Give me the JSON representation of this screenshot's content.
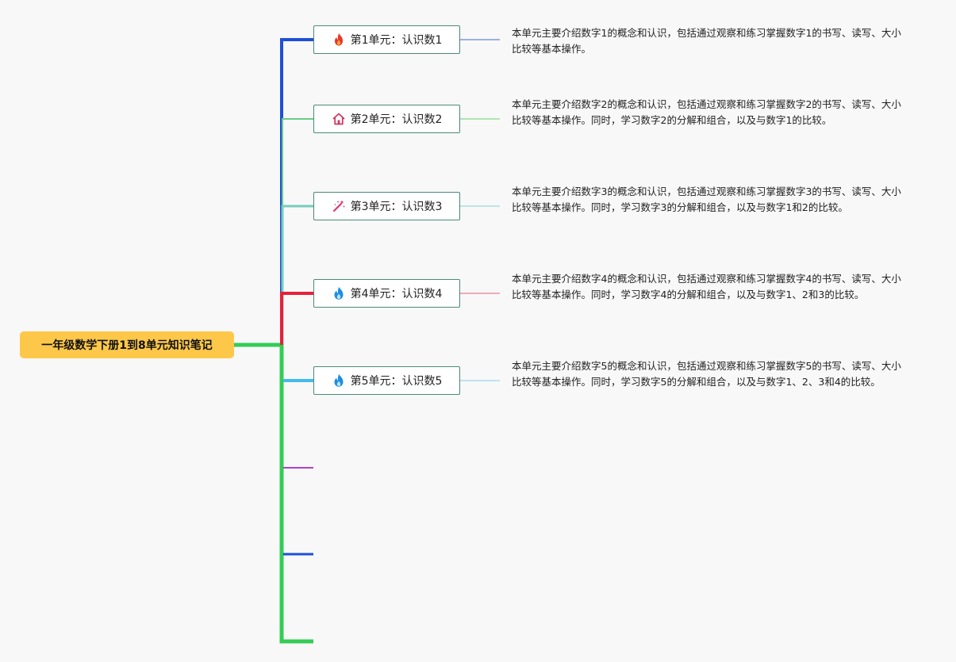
{
  "root": {
    "label": "一年级数学下册1到8单元知识笔记"
  },
  "units": [
    {
      "label": "第1单元：认识数1",
      "icon": "fire-icon",
      "description": "本单元主要介绍数字1的概念和认识，包括通过观察和练习掌握数字1的书写、读写、大小比较等基本操作。"
    },
    {
      "label": "第2单元：认识数2",
      "icon": "house-icon",
      "description": "本单元主要介绍数字2的概念和认识，包括通过观察和练习掌握数字2的书写、读写、大小比较等基本操作。同时，学习数字2的分解和组合，以及与数字1的比较。"
    },
    {
      "label": "第3单元：认识数3",
      "icon": "magic-wand-icon",
      "description": "本单元主要介绍数字3的概念和认识，包括通过观察和练习掌握数字3的书写、读写、大小比较等基本操作。同时，学习数字3的分解和组合，以及与数字1和2的比较。"
    },
    {
      "label": "第4单元：认识数4",
      "icon": "flame-icon",
      "description": "本单元主要介绍数字4的概念和认识，包括通过观察和练习掌握数字4的书写、读写、大小比较等基本操作。同时，学习数字4的分解和组合，以及与数字1、2和3的比较。"
    },
    {
      "label": "第5单元：认识数5",
      "icon": "flame-icon",
      "description": "本单元主要介绍数字5的概念和认识，包括通过观察和练习掌握数字5的书写、读写、大小比较等基本操作。同时，学习数字5的分解和组合，以及与数字1、2、3和4的比较。"
    }
  ],
  "colors": {
    "root_bg": "#fdc84a",
    "node_border": "#4a8a78",
    "trunk_green": "#33cc55",
    "branch_blue": "#1f4fd8",
    "branch_green_light": "#66cc88",
    "branch_teal": "#77ccbb",
    "branch_red": "#e8203a",
    "branch_cyan": "#44bbee",
    "branch_purple": "#b040c8"
  }
}
